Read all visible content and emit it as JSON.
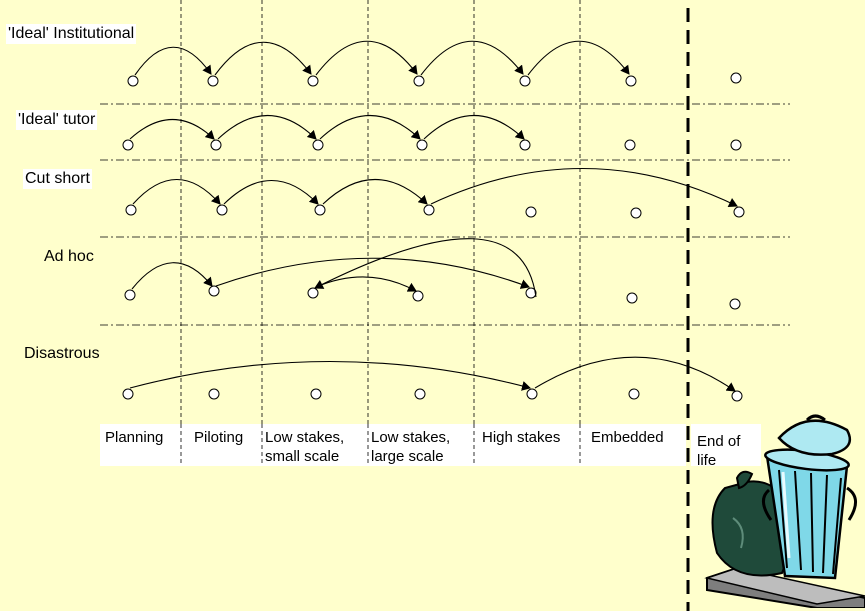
{
  "rows": [
    {
      "label": "'Ideal' Institutional"
    },
    {
      "label": "'Ideal' tutor"
    },
    {
      "label": "Cut short"
    },
    {
      "label": "Ad hoc"
    },
    {
      "label": "Disastrous"
    }
  ],
  "stages": [
    {
      "line1": "Planning",
      "line2": ""
    },
    {
      "line1": "Piloting",
      "line2": ""
    },
    {
      "line1": "Low stakes,",
      "line2": "small scale"
    },
    {
      "line1": "Low stakes,",
      "line2": "large scale"
    },
    {
      "line1": "High stakes",
      "line2": ""
    },
    {
      "line1": "Embedded",
      "line2": ""
    },
    {
      "line1": "End of",
      "line2": "life"
    }
  ],
  "image": {
    "name": "trash-can-icon"
  }
}
